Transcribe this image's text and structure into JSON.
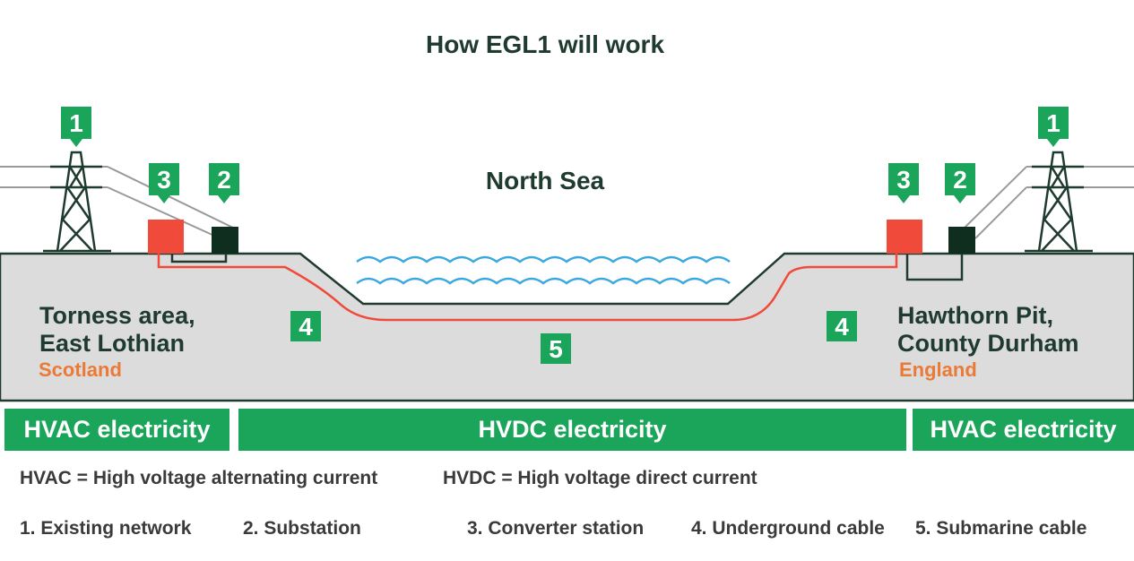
{
  "title": "How EGL1 will work",
  "sea_label": "North Sea",
  "west": {
    "place_line1": "Torness area,",
    "place_line2": "East Lothian",
    "country": "Scotland"
  },
  "east": {
    "place_line1": "Hawthorn Pit,",
    "place_line2": "County Durham",
    "country": "England"
  },
  "markers": {
    "existing_network": "1",
    "substation": "2",
    "converter_station": "3",
    "underground_cable": "4",
    "submarine_cable": "5"
  },
  "bands": {
    "left": "HVAC electricity",
    "middle": "HVDC electricity",
    "right": "HVAC electricity"
  },
  "definitions": {
    "hvac": "HVAC = High voltage alternating current",
    "hvdc": "HVDC = High voltage direct current"
  },
  "legend": [
    "1. Existing network",
    "2. Substation",
    "3. Converter station",
    "4. Underground cable",
    "5. Submarine cable"
  ],
  "colors": {
    "green": "#1aa55a",
    "converter": "#ef4a3a",
    "substation": "#0f2e1f",
    "ground": "#dcdcdc",
    "cable": "#ef4a3a",
    "water": "#3aa8e0",
    "text_dark": "#1f3a2e",
    "country": "#ea7a36"
  }
}
